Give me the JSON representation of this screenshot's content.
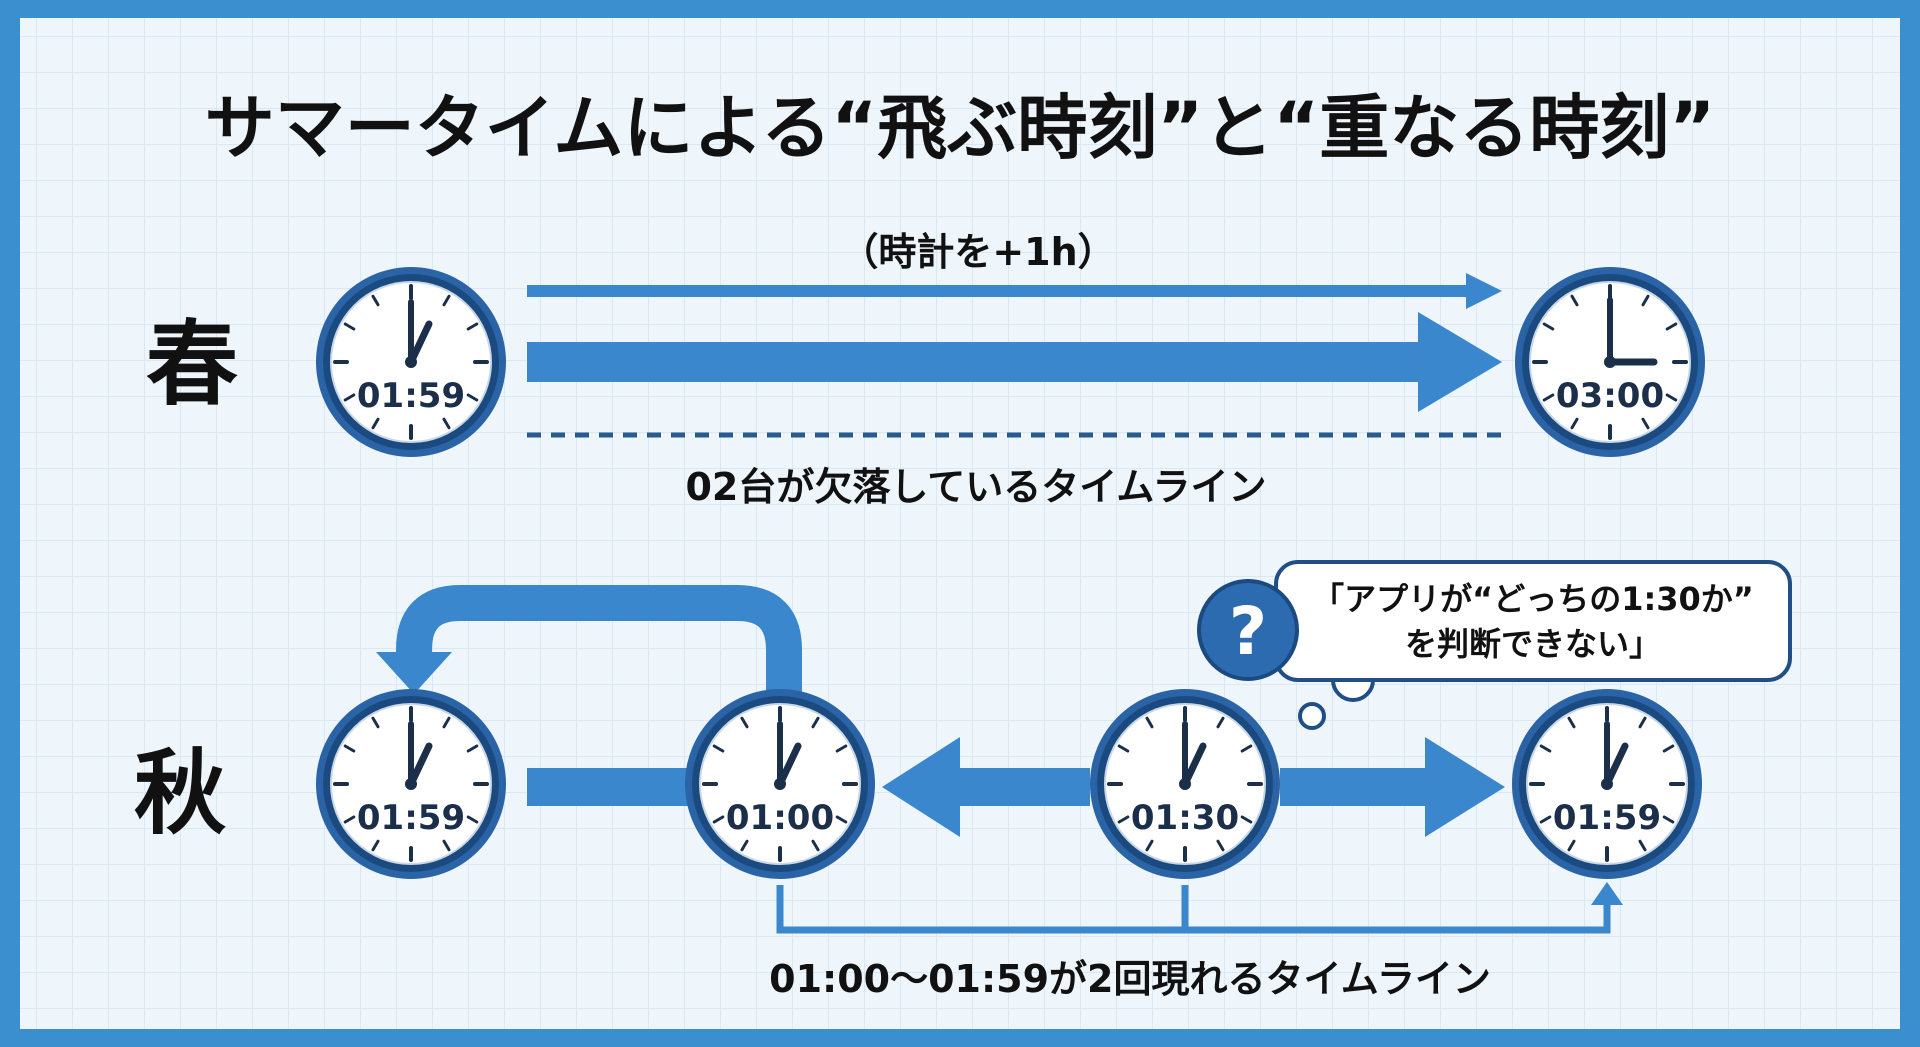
{
  "title": "サマータイムによる“飛ぶ時刻”と“重なる時刻”",
  "spring": {
    "label": "春",
    "clock_from": "01:59",
    "clock_to": "03:00",
    "arrow_label": "（時計を+1h）",
    "timeline_label": "02台が欠落しているタイムライン"
  },
  "autumn": {
    "label": "秋",
    "clock_1": "01:59",
    "clock_2": "01:00",
    "clock_3": "01:30",
    "clock_4": "01:59",
    "bubble_line1": "「アプリが“どっちの1:30か”",
    "bubble_line2": "を判断できない」",
    "question_mark": "?",
    "timeline_label": "01:00〜01:59が2回現れるタイムライン"
  },
  "colors": {
    "frame": "#3b8fcf",
    "background": "#eef5fb",
    "grid": "#d4e4f1",
    "arrow": "#3a87cd",
    "clock_ring": "#1f4f86",
    "text": "#111111"
  }
}
